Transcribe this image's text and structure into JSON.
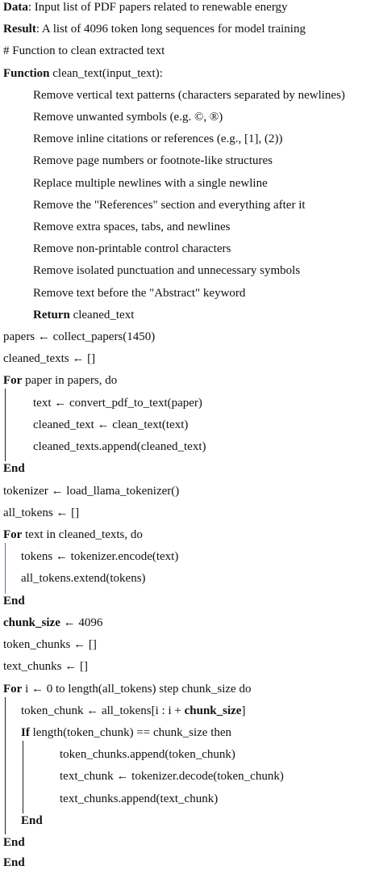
{
  "algorithm": {
    "data_label": "Data",
    "data_text": ": Input list of PDF papers related to renewable energy",
    "result_label": "Result",
    "result_text": ": A list of 4096 token long sequences for model training",
    "comment": "# Function to clean extracted text",
    "function_kw": "Function",
    "function_sig": " clean_text(input_text):",
    "clean_steps": [
      "Remove vertical text patterns (characters separated by newlines)",
      "Remove unwanted symbols (e.g. ©, ®)",
      "Remove inline citations or references (e.g., [1], (2))",
      "Remove page numbers or footnote-like structures",
      "Replace multiple newlines with a single newline",
      "Remove the \"References\" section and everything after it",
      "Remove extra spaces, tabs, and newlines",
      "Remove non-printable control characters",
      "Remove isolated punctuation and unnecessary symbols",
      "Remove text before the \"Abstract\" keyword"
    ],
    "return_kw": "Return",
    "return_val": " cleaned_text",
    "papers_assign": "papers ← collect_papers(1450)",
    "cleaned_texts_init": "cleaned_texts ← []",
    "for_kw": "For",
    "for1_rest": " paper in papers, do",
    "for1_body": [
      "text ← convert_pdf_to_text(paper)",
      "cleaned_text ← clean_text(text)",
      "cleaned_texts.append(cleaned_text)"
    ],
    "end_kw": "End",
    "tokenizer_assign": "tokenizer ← load_llama_tokenizer()",
    "all_tokens_init": "all_tokens ← []",
    "for2_rest": " text in cleaned_texts, do",
    "for2_body": [
      "tokens ← tokenizer.encode(text)",
      "all_tokens.extend(tokens)"
    ],
    "chunk_size_kw": "chunk_size",
    "chunk_size_rest": " ← 4096",
    "token_chunks_init": "token_chunks ← []",
    "text_chunks_init": "text_chunks ← []",
    "for3_rest": " i ← 0 to length(all_tokens) step chunk_size do",
    "token_chunk_pre": "token_chunk ← all_tokens[i : i + ",
    "token_chunk_kw": "chunk_size",
    "token_chunk_post": "]",
    "if_kw": "If",
    "if_rest": " length(token_chunk) == chunk_size then",
    "if_body": [
      "token_chunks.append(token_chunk)",
      "text_chunk ← tokenizer.decode(token_chunk)",
      "text_chunks.append(text_chunk)"
    ]
  }
}
